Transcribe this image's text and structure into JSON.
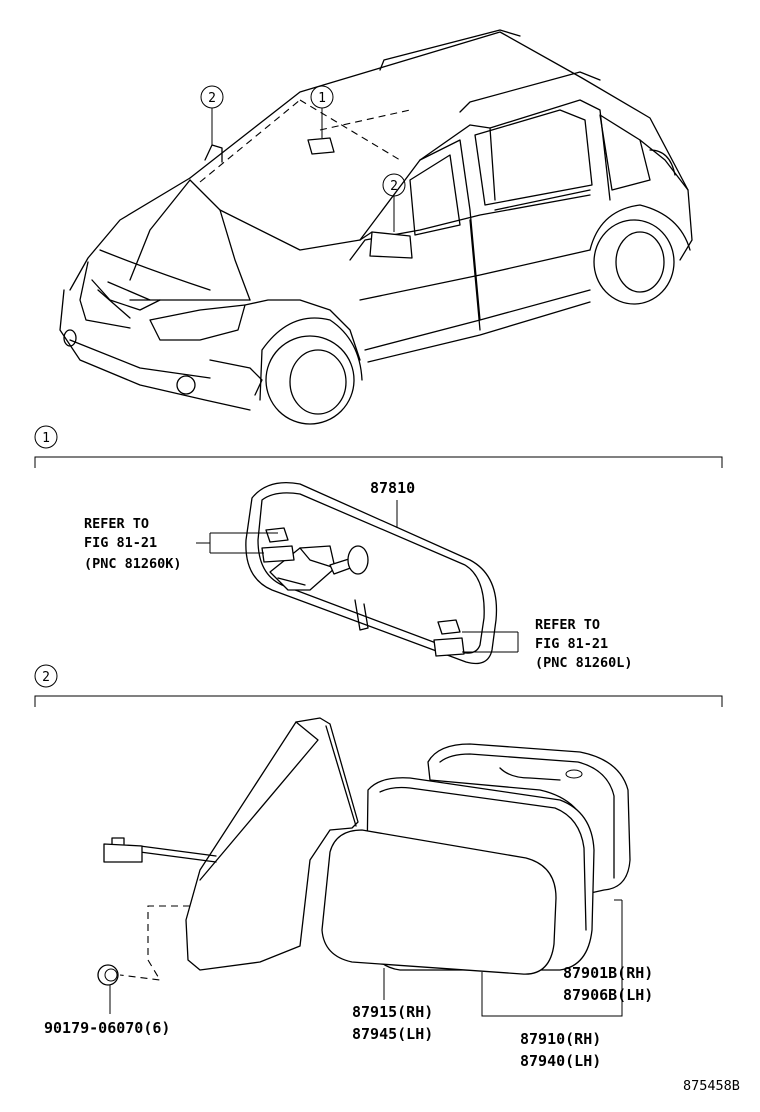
{
  "callouts": {
    "one": "1",
    "two": "2"
  },
  "section1": {
    "number": "1",
    "part": "87810",
    "refer_left": [
      "REFER TO",
      "FIG 81-21",
      "(PNC 81260K)"
    ],
    "refer_right": [
      "REFER TO",
      "FIG 81-21",
      "(PNC 81260L)"
    ]
  },
  "section2": {
    "number": "2",
    "bolt": "90179-06070(6)",
    "glass": [
      "87915(RH)",
      "87945(LH)"
    ],
    "cover": [
      "87901B(RH)",
      "87906B(LH)"
    ],
    "mirror_assy": [
      "87910(RH)",
      "87940(LH)"
    ]
  },
  "figure_code": "875458B"
}
